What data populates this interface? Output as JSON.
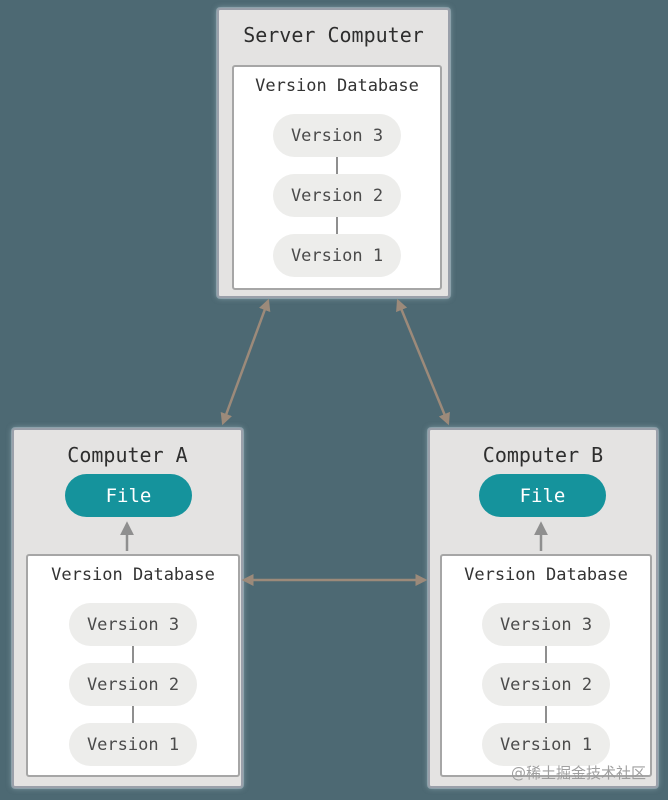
{
  "colors": {
    "background": "#4d6973",
    "panel_fill": "#e4e3e2",
    "panel_border": "#9aa0aa",
    "file_pill": "#15939c",
    "version_pill": "#ededeb",
    "link_line": "#9c8a7a",
    "checkout_arrow": "#8f8f8f"
  },
  "server": {
    "title": "Server Computer",
    "database": {
      "title": "Version Database",
      "versions": [
        "Version 3",
        "Version 2",
        "Version 1"
      ]
    }
  },
  "computer_a": {
    "title": "Computer A",
    "file_label": "File",
    "database": {
      "title": "Version Database",
      "versions": [
        "Version 3",
        "Version 2",
        "Version 1"
      ]
    }
  },
  "computer_b": {
    "title": "Computer B",
    "file_label": "File",
    "database": {
      "title": "Version Database",
      "versions": [
        "Version 3",
        "Version 2",
        "Version 1"
      ]
    }
  },
  "watermark": "@稀土掘金技术社区"
}
